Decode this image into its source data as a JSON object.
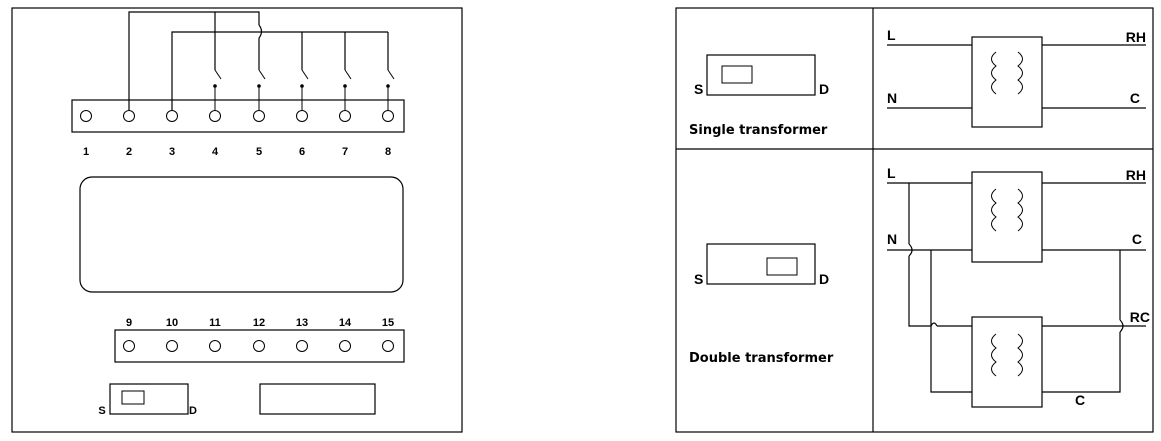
{
  "top_terminals": [
    "1",
    "2",
    "3",
    "4",
    "5",
    "6",
    "7",
    "8"
  ],
  "bottom_terminals": [
    "9",
    "10",
    "11",
    "12",
    "13",
    "14",
    "15"
  ],
  "switch_left": {
    "s": "S",
    "d": "D"
  },
  "single": {
    "caption": "Single transformer",
    "switch_s": "S",
    "switch_d": "D",
    "l": "L",
    "n": "N",
    "rh": "RH",
    "c": "C"
  },
  "double": {
    "caption": "Double transformer",
    "switch_s": "S",
    "switch_d": "D",
    "l": "L",
    "n": "N",
    "rh": "RH",
    "c": "C",
    "rc": "RC",
    "c2": "C"
  }
}
